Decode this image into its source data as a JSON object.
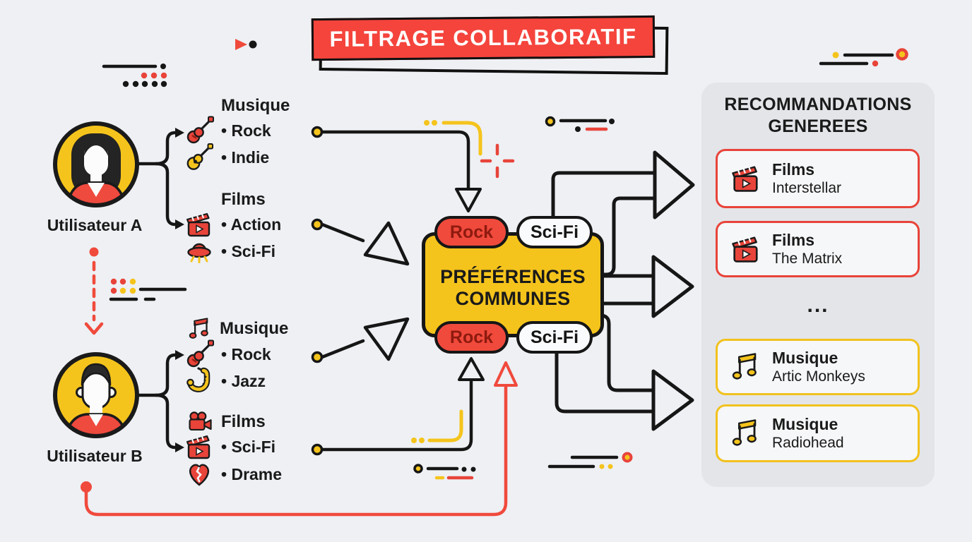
{
  "title_banner": {
    "label": "FILTRAGE COLLABORATIF"
  },
  "user_a": {
    "name": "Utilisateur A",
    "music_header": "Musique",
    "music_item_1": "Rock",
    "music_item_2": "Indie",
    "films_header": "Films",
    "film_item_1": "Action",
    "film_item_2": "Sci-Fi"
  },
  "user_b": {
    "name": "Utilisateur B",
    "music_header": "Musique",
    "music_item_1": "Rock",
    "music_item_2": "Jazz",
    "films_header": "Films",
    "film_item_1": "Sci-Fi",
    "film_item_2": "Drame"
  },
  "center_box": {
    "line1": "PRÉFÉRENCES",
    "line2": "COMMUNES",
    "pill_top_1": "Rock",
    "pill_top_2": "Sci-Fi",
    "pill_bottom_1": "Rock",
    "pill_bottom_2": "Sci-Fi"
  },
  "recommendations": {
    "title_line1": "RECOMMANDATIONS",
    "title_line2": "GENEREES",
    "separator": "...",
    "cards": [
      {
        "category": "Films",
        "title": "Interstellar",
        "accent": "#E8443A",
        "icon": "clapperboard-icon"
      },
      {
        "category": "Films",
        "title": "The Matrix",
        "accent": "#E8443A",
        "icon": "clapperboard-icon"
      },
      {
        "category": "Musique",
        "title": "Artic Monkeys",
        "accent": "#F2C21D",
        "icon": "music-note-icon"
      },
      {
        "category": "Musique",
        "title": "Radiohead",
        "accent": "#F2C21D",
        "icon": "music-note-icon"
      }
    ]
  },
  "icons": {
    "user_a": "woman-avatar-icon",
    "user_b": "man-avatar-icon",
    "a_rock": "electric-guitar-icon",
    "a_indie": "acoustic-guitar-icon",
    "a_action": "clapperboard-icon",
    "a_scifi": "ufo-icon",
    "b_music": "music-note-icon",
    "b_rock": "electric-guitar-icon",
    "b_jazz": "saxophone-icon",
    "b_films": "movie-camera-icon",
    "b_scifi": "clapperboard-icon",
    "b_drame": "broken-heart-icon"
  },
  "colors": {
    "red": "#F04A3C",
    "yellow": "#F5C41C",
    "black": "#1A1A1A",
    "background": "#EEF0F4",
    "panel": "#E3E5E9",
    "card_bg": "#F6F7F9",
    "pill_rock_text": "#8E1A0F"
  }
}
